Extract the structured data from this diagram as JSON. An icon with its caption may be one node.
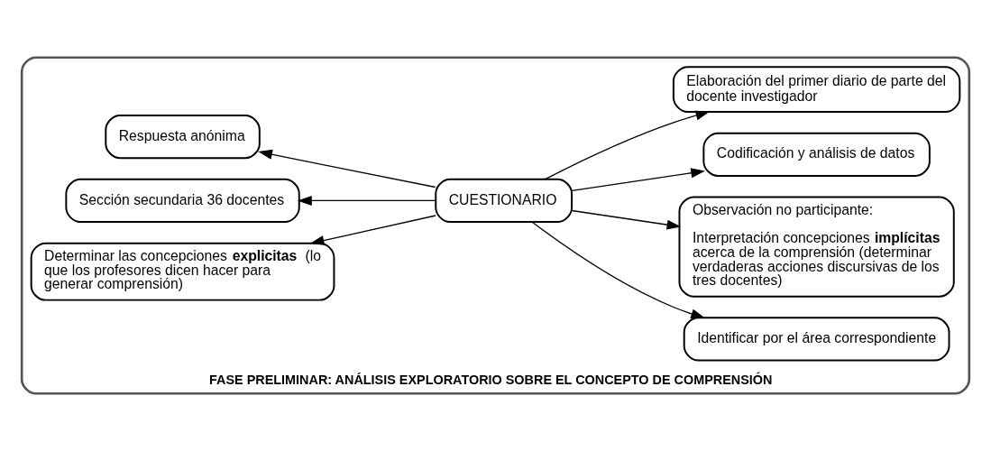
{
  "diagram": {
    "nodes": [
      {
        "text": [
          "FASE PRELIMINAR: ANÁLISIS EXPLORATORIO SOBRE EL CONCEPTO DE COMPRENSIÓN"
        ]
      },
      {
        "text": [
          "Respuesta anónima"
        ],
        "in": 0
      },
      {
        "text": [
          "Identificar por el área correspondiente"
        ],
        "in": 0
      },
      {
        "text": [
          "Sección secundaria 36 docentes"
        ],
        "in": 0
      },
      {
        "text": [
          "Observación no participante:",
          "Interpretación concepciones **implícitas** acerca de la comprensión (determinar verdaderas acciones discursivas de los tres docentes)"
        ],
        "in": 0
      },
      {
        "text": [
          "CUESTIONARIO"
        ],
        "in": 0
      },
      {
        "text": [
          "Determinar las concepciones **explicitas** (lo que los profesores dicen hacer para generar comprensión)"
        ],
        "in": 0
      },
      {
        "text": [
          "Codificación y análisis de datos"
        ],
        "in": 0
      },
      {
        "text": [
          "Elaboración del primer diario de parte del docente investigador"
        ],
        "in": 0
      }
    ],
    "edges": [
      {
        "from": 5,
        "to": 1,
        "arrow": "to"
      },
      {
        "from": 5,
        "to": 2,
        "arrow": "to"
      },
      {
        "from": 5,
        "to": 3,
        "arrow": "to"
      },
      {
        "from": 5,
        "to": 4,
        "arrow": "to"
      },
      {
        "from": 5,
        "to": 6,
        "arrow": "to"
      },
      {
        "from": 5,
        "to": 7,
        "arrow": "to"
      },
      {
        "from": 5,
        "to": 8,
        "arrow": "to"
      }
    ]
  }
}
